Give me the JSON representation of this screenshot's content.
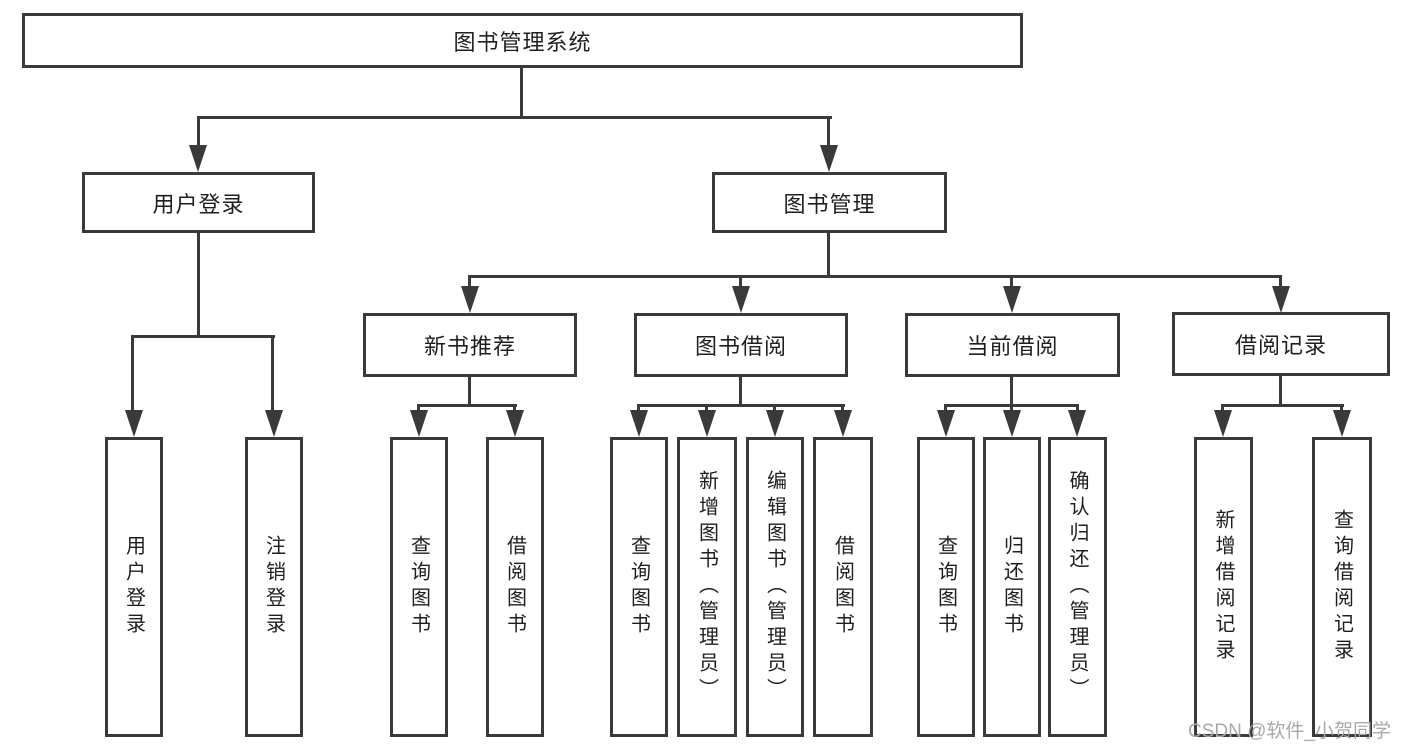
{
  "root": {
    "label": "图书管理系统"
  },
  "level1": {
    "user_login": "用户登录",
    "book_management": "图书管理"
  },
  "level2": {
    "new_book_recommend": "新书推荐",
    "book_borrowing": "图书借阅",
    "current_borrowing": "当前借阅",
    "borrow_records": "借阅记录"
  },
  "leaves": {
    "user_login_group": [
      "用户登录",
      "注销登录"
    ],
    "new_book_group": [
      "查询图书",
      "借阅图书"
    ],
    "book_borrowing_group": [
      "查询图书",
      "新增图书（管理员）",
      "编辑图书（管理员）",
      "借阅图书"
    ],
    "current_borrowing_group": [
      "查询图书",
      "归还图书",
      "确认归还（管理员）"
    ],
    "borrow_records_group": [
      "新增借阅记录",
      "查询借阅记录"
    ]
  },
  "watermark": "CSDN @软件_小贺同学",
  "colors": {
    "line": "#3a3a3a",
    "text": "#1f1f1f",
    "watermark": "#a9a9a9"
  }
}
